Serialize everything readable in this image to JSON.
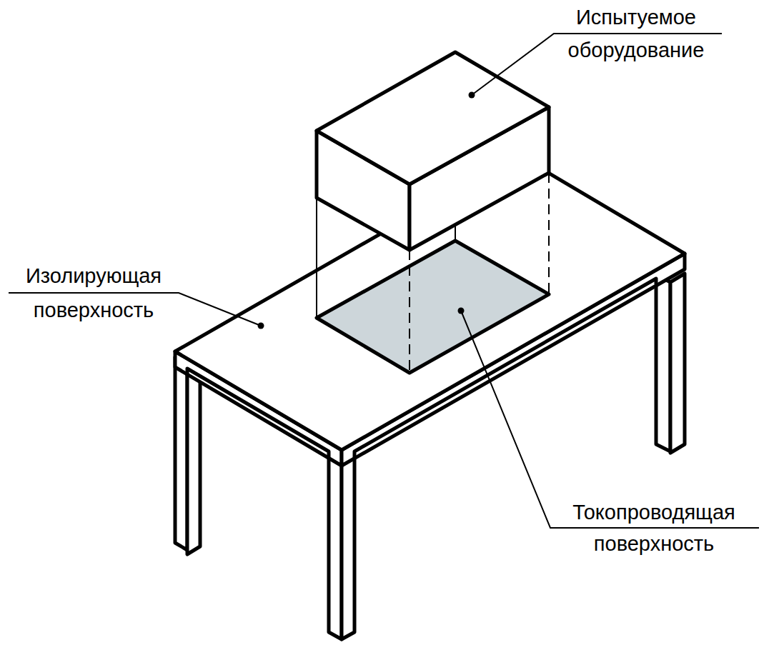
{
  "diagram": {
    "labels": [
      "Испытуемое оборудование",
      "Изолирующая поверхность",
      "Токопроводящая поверхность"
    ]
  }
}
